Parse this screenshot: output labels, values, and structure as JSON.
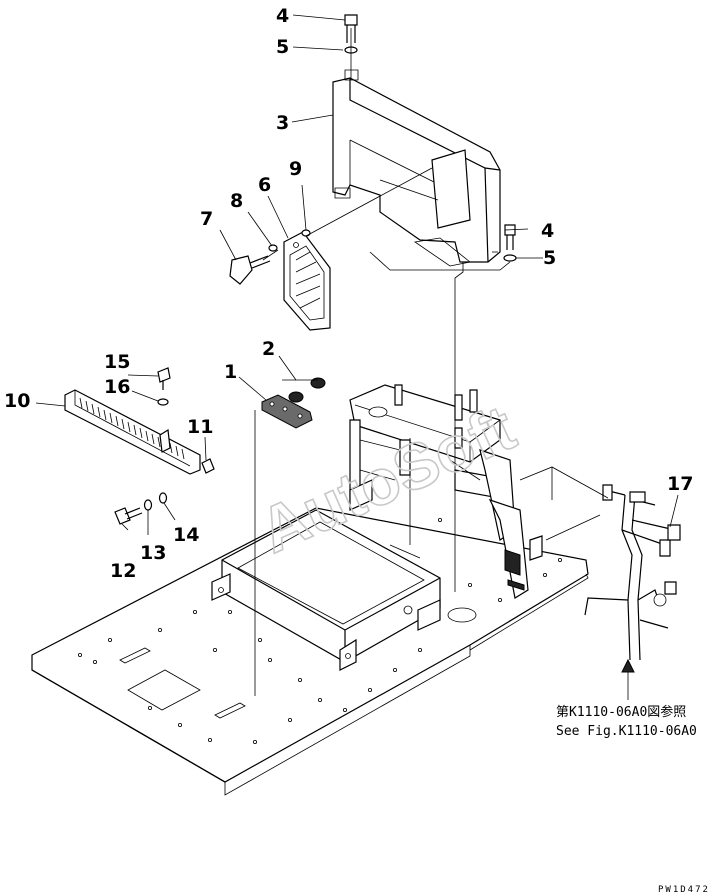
{
  "watermark": "AutoSoft",
  "reference": {
    "japanese": "第K1110-06A0図参照",
    "english": "See Fig.K1110-06A0"
  },
  "drawing_code": "PW1D472",
  "callouts": {
    "c1": "1",
    "c2": "2",
    "c3": "3",
    "c4a": "4",
    "c4b": "4",
    "c5a": "5",
    "c5b": "5",
    "c6": "6",
    "c7": "7",
    "c8": "8",
    "c9": "9",
    "c10": "10",
    "c11": "11",
    "c12": "12",
    "c13": "13",
    "c14": "14",
    "c15": "15",
    "c16": "16",
    "c17": "17"
  }
}
